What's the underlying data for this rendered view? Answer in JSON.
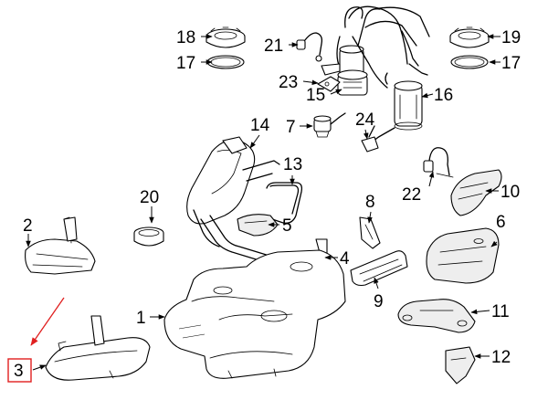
{
  "callouts": {
    "c1": "1",
    "c2": "2",
    "c3": "3",
    "c4": "4",
    "c5": "5",
    "c6": "6",
    "c7": "7",
    "c8": "8",
    "c9": "9",
    "c10": "10",
    "c11": "11",
    "c12": "12",
    "c13": "13",
    "c14": "14",
    "c15": "15",
    "c16": "16",
    "c17a": "17",
    "c17b": "17",
    "c18": "18",
    "c19": "19",
    "c20": "20",
    "c21": "21",
    "c22": "22",
    "c23": "23",
    "c24": "24"
  },
  "colors": {
    "line": "#000000",
    "highlight": "#e02020",
    "background": "#ffffff",
    "shade": "#eeeeee"
  }
}
